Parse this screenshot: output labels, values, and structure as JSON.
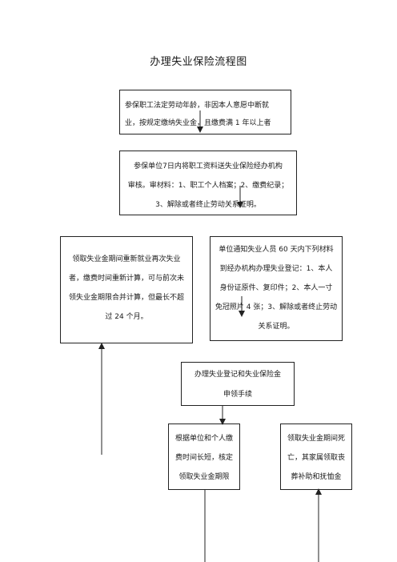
{
  "title": "办理失业保险流程图",
  "nodes": {
    "eligibility": {
      "lines": [
        "参保职工法定劳动年龄，非因本人意愿中断就",
        "业，按规定缴纳失业金，且缴费满 1 年以上者"
      ]
    },
    "submit_materials": {
      "lines": [
        "参保单位7日内将职工资料送失业保险经办机构",
        "审核。审材料：1、职工个人档案；2、缴费纪录；",
        "3、解除或者终止劳动关系证明。"
      ]
    },
    "reemployment": {
      "lines": [
        "领取失业金期间重新就业再次失业",
        "者，缴费时间重新计算，可与前次未",
        "领失业金期限合并计算，但最长不超",
        "过 24 个月。"
      ]
    },
    "notify_register": {
      "lines": [
        "单位通知失业人员 60 天内下列材料",
        "到经办机构办理失业登记：1、本人",
        "身份证原件、复印件；2、本人一寸",
        "免冠照片 4 张；3、解除或者终止劳动",
        "关系证明。"
      ]
    },
    "apply": {
      "lines": [
        "办理失业登记和失业保险金",
        "申领手续"
      ]
    },
    "duration": {
      "lines": [
        "根据单位和个人缴",
        "费时间长短，核定",
        "领取失业金期限"
      ]
    },
    "death": {
      "lines": [
        "领取失业金期间死",
        "亡，其家属领取丧",
        "葬补助和抚恤金"
      ]
    }
  }
}
